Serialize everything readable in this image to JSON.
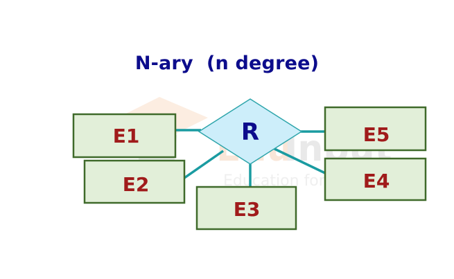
{
  "title": "N-ary  (n degree)",
  "diagram": {
    "relationship": {
      "label": "R",
      "fill": "#cdeefa",
      "stroke": "#2ea5ab",
      "text_color": "#0c0c8c"
    },
    "entities": [
      {
        "id": "e1",
        "label": "E1"
      },
      {
        "id": "e2",
        "label": "E2"
      },
      {
        "id": "e3",
        "label": "E3"
      },
      {
        "id": "e4",
        "label": "E4"
      },
      {
        "id": "e5",
        "label": "E5"
      }
    ],
    "connections": [
      {
        "from": "R",
        "to": "E1"
      },
      {
        "from": "R",
        "to": "E2"
      },
      {
        "from": "R",
        "to": "E3"
      },
      {
        "from": "R",
        "to": "E4"
      },
      {
        "from": "R",
        "to": "E5"
      }
    ],
    "entity_style": {
      "fill": "#e2efd9",
      "stroke": "#3f6a2a",
      "text_color": "#a01b1b"
    },
    "connector_color": "#1a9ba1"
  },
  "watermark": {
    "brand_part1": "Edu",
    "brand_part2": "Input",
    "tagline": "Education for everyone"
  }
}
